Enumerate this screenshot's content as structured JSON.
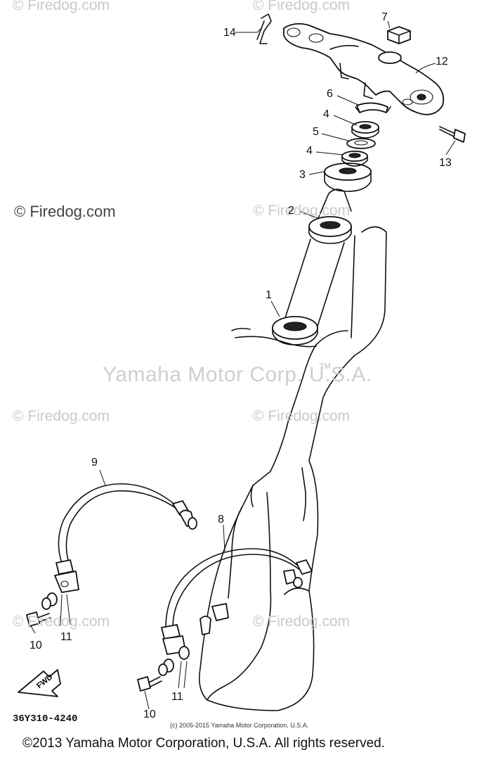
{
  "watermarks": {
    "firedog": "© Firedog.com",
    "yamaha": "Yamaha Motor Corp. U.S.A.",
    "trademark": "TM"
  },
  "callouts": {
    "p1": "1",
    "p2": "2",
    "p3": "3",
    "p4a": "4",
    "p4b": "4",
    "p5": "5",
    "p6": "6",
    "p7": "7",
    "p8": "8",
    "p9": "9",
    "p10a": "10",
    "p10b": "10",
    "p11a": "11",
    "p11b": "11",
    "p12": "12",
    "p13": "13",
    "p14": "14"
  },
  "diagram_code": "36Y310-4240",
  "fwd_label": "FWD",
  "small_copyright": "(c) 2005-2015 Yamaha Motor Corporation, U.S.A.",
  "footer_copyright": "©2013 Yamaha Motor Corporation, U.S.A. All rights reserved."
}
